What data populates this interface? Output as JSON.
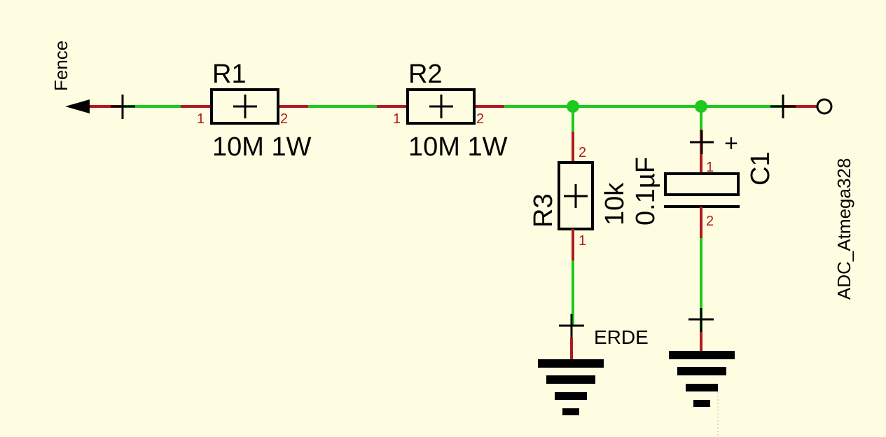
{
  "colors": {
    "background": "#fffde1",
    "wire": "#1ec81e",
    "pin_lead": "#b01c1c",
    "symbol": "#000000",
    "pin_number": "#b01c1c"
  },
  "labels": {
    "fence": "Fence",
    "adc": "ADC_Atmega328",
    "ground": "ERDE",
    "cap_polarity": "+"
  },
  "components": {
    "r1": {
      "name": "R1",
      "value": "10M 1W",
      "pin1": "1",
      "pin2": "2"
    },
    "r2": {
      "name": "R2",
      "value": "10M 1W",
      "pin1": "1",
      "pin2": "2"
    },
    "r3": {
      "name": "R3",
      "value": "10k",
      "pin1": "1",
      "pin2": "2"
    },
    "c1": {
      "name": "C1",
      "value": "0.1µF",
      "pin1": "1",
      "pin2": "2"
    }
  }
}
